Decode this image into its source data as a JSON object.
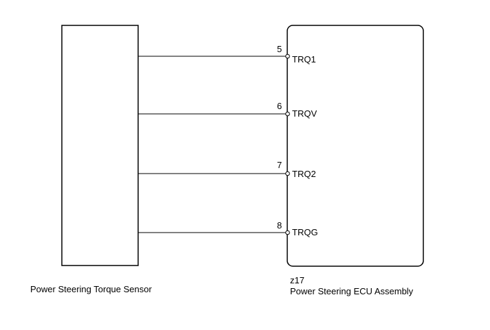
{
  "sensor": {
    "name": "Power Steering Torque Sensor"
  },
  "ecu": {
    "code": "z17",
    "name": "Power Steering ECU Assembly"
  },
  "wires": [
    {
      "pin": "5",
      "signal": "TRQ1"
    },
    {
      "pin": "6",
      "signal": "TRQV"
    },
    {
      "pin": "7",
      "signal": "TRQ2"
    },
    {
      "pin": "8",
      "signal": "TRQG"
    }
  ]
}
